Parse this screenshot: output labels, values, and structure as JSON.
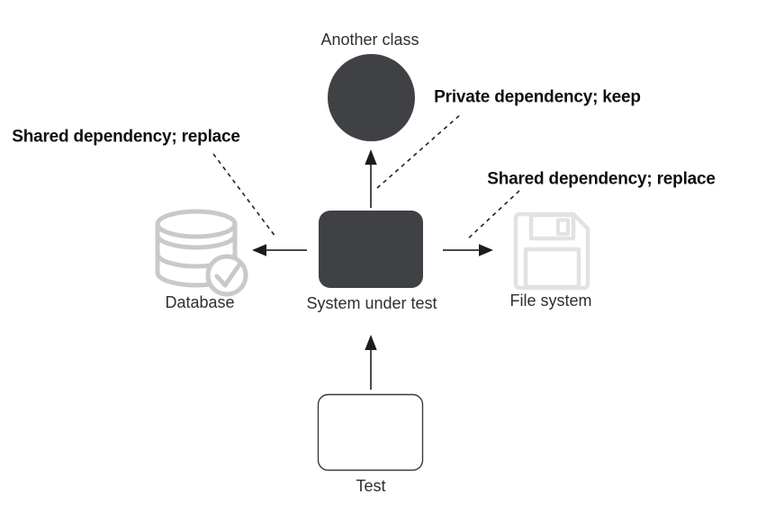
{
  "diagram": {
    "nodes": {
      "another_class": {
        "label": "Another class"
      },
      "database": {
        "label": "Database"
      },
      "system_under_test": {
        "label": "System under test"
      },
      "file_system": {
        "label": "File system"
      },
      "test": {
        "label": "Test"
      }
    },
    "annotations": {
      "shared_left": "Shared dependency; replace",
      "private_top": "Private dependency; keep",
      "shared_right": "Shared dependency; replace"
    },
    "icons": {
      "database": "database-cylinder-with-checkmark-icon",
      "file_system": "floppy-disk-icon"
    },
    "colors": {
      "node_fill_dark": "#404145",
      "test_box_fill": "#ffffff",
      "test_box_stroke": "#3a3a3a",
      "arrow_line": "#4a4a4a",
      "arrow_head": "#1c1c1c",
      "dashed_line": "#222222",
      "database_icon_stroke": "#c9c9c9",
      "floppy_icon_stroke": "#e2e2e2",
      "label_text": "#2f2f2f",
      "annotation_text": "#0f0f0f"
    }
  }
}
